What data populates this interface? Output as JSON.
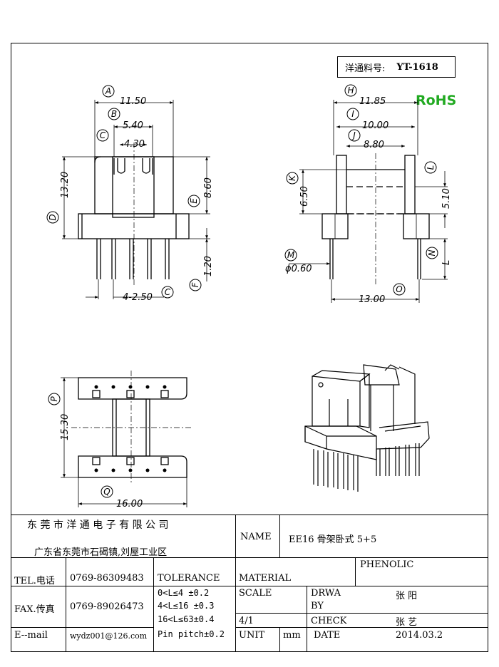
{
  "part_label": "洋通料号:",
  "part_number": "YT-1618",
  "rohs": {
    "text": "RoHS",
    "color": "#22aa22"
  },
  "dims": {
    "A": "11.50",
    "B": "5.40",
    "C_w": "4.30",
    "D": "13.20",
    "E": "8.60",
    "F": "1.20",
    "C_pitch": "4-2.50",
    "H": "11.85",
    "I": "10.00",
    "J": "8.80",
    "K": "6.50",
    "L": "5.10",
    "M": "ϕ0.60",
    "N": "L",
    "O": "13.00",
    "P": "15.30",
    "Q": "16.00"
  },
  "markers": [
    "A",
    "B",
    "C",
    "D",
    "E",
    "F",
    "C",
    "H",
    "I",
    "J",
    "K",
    "L",
    "M",
    "N",
    "O",
    "P",
    "Q"
  ],
  "title_block": {
    "company_name": "东 莞 市 洋 通 电 子 有 限 公 司",
    "address": "广东省东莞市石碣镇,刘屋工业区",
    "name_label": "NAME",
    "name_value": "EE16 骨架卧式 5+5",
    "tel_label": "TEL.电话",
    "tel_value": "0769-86309483",
    "fax_label": "FAX.传真",
    "fax_value": "0769-89026473",
    "email_label": "E--mail",
    "email_value": "wydz001@126.com",
    "tolerance_label": "TOLERANCE",
    "tolerance_rows": [
      "0<L≤4   ±0.2",
      "4<L≤16  ±0.3",
      "16<L≤63±0.4",
      "Pin pitch±0.2"
    ],
    "material_label": "MATERIAL",
    "material_value": "PHENOLIC",
    "scale_label": "SCALE",
    "scale_value": "4/1",
    "drawn_label_1": "DRWA",
    "drawn_label_2": "BY",
    "drawn_value": "张 阳",
    "check_label": "CHECK",
    "check_value": "张 艺",
    "unit_label": "UNIT",
    "unit_value": "mm",
    "date_label": "DATE",
    "date_value": "2014.03.2"
  }
}
